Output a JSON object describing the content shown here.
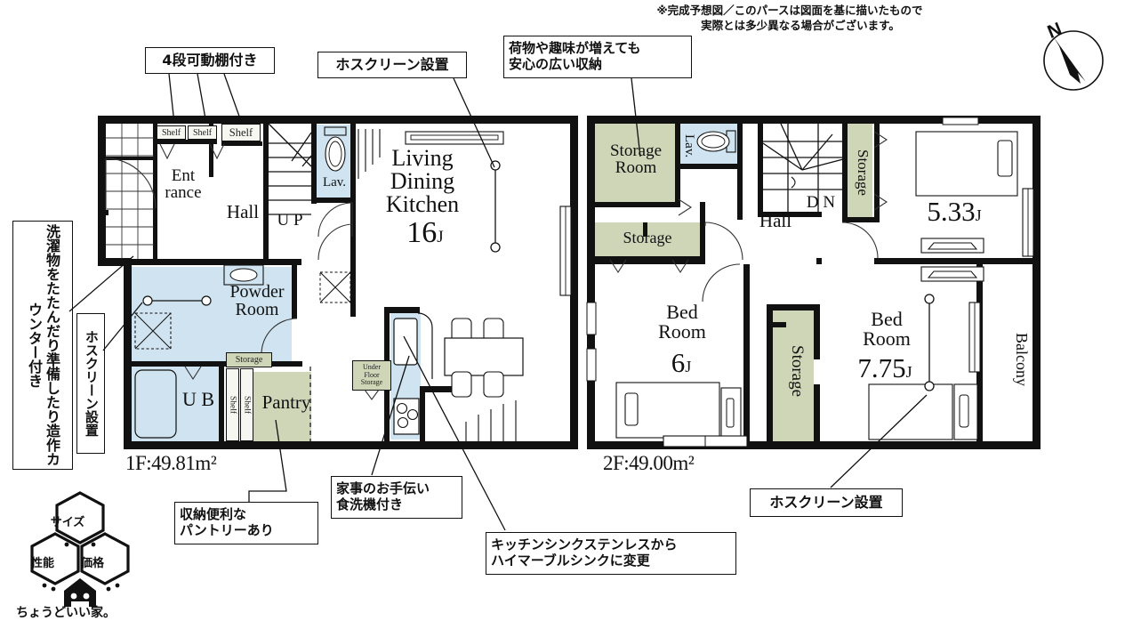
{
  "document": {
    "type": "japanese-real-estate-floorplan",
    "disclaimer_line1": "※完成予想図／このパースは図面を基に描いたもので",
    "disclaimer_line2": "実際とは多少異なる場合がございます。",
    "compass_label": "N"
  },
  "floor1": {
    "area_label": "1F:49.81m²",
    "rooms": [
      {
        "name": "Entrance",
        "label": "Ent\nrance"
      },
      {
        "name": "Hall",
        "label": "Hall"
      },
      {
        "name": "Stairs",
        "label": "U P"
      },
      {
        "name": "Lavatory",
        "label": "Lav."
      },
      {
        "name": "LivingDiningKitchen",
        "label": "Living\nDining\nKitchen",
        "size": "16",
        "unit": "J"
      },
      {
        "name": "PowderRoom",
        "label": "Powder\nRoom"
      },
      {
        "name": "UnitBath",
        "label": "U B"
      },
      {
        "name": "Pantry",
        "label": "Pantry"
      },
      {
        "name": "Storage",
        "label": "Storage"
      },
      {
        "name": "UnderFloorStorage",
        "label": "Under\nFloor\nStorage"
      }
    ],
    "shelves": [
      "Shelf",
      "Shelf",
      "Shelf"
    ],
    "pantry_shelves": [
      "Shelf",
      "Shelf"
    ],
    "lines": {
      "living1": "Living",
      "living2": "Dining",
      "living3": "Kitchen",
      "ldk_size": "16",
      "ldk_unit": "J"
    },
    "entrance1": "Ent",
    "entrance2": "rance",
    "powder1": "Powder",
    "powder2": "Room",
    "ufs1": "Under",
    "ufs2": "Floor",
    "ufs3": "Storage"
  },
  "floor2": {
    "area_label": "2F:49.00m²",
    "rooms": [
      {
        "name": "StorageRoom",
        "label": "Storage\nRoom"
      },
      {
        "name": "Storage",
        "label": "Storage"
      },
      {
        "name": "Lavatory",
        "label": "Lav."
      },
      {
        "name": "Hall",
        "label": "Hall"
      },
      {
        "name": "Stairs",
        "label": "D N"
      },
      {
        "name": "StorageTall",
        "label": "Storage"
      },
      {
        "name": "BedRoomNorth",
        "label": "Bed\nRoom",
        "size": "5.33",
        "unit": "J"
      },
      {
        "name": "BedRoomWest",
        "label": "Bed\nRoom",
        "size": "6",
        "unit": "J"
      },
      {
        "name": "BedRoomEast",
        "label": "Bed\nRoom",
        "size": "7.75",
        "unit": "J"
      },
      {
        "name": "StorageCenter",
        "label": "Storage"
      },
      {
        "name": "Balcony",
        "label": "Balcony"
      }
    ],
    "storage_room_1": "Storage",
    "storage_room_2": "Room",
    "bed": "Bed",
    "room": "Room",
    "bed1_size": "5.33",
    "bed2_size": "6",
    "bed3_size": "7.75",
    "unit": "J",
    "hall": "Hall",
    "dn": "D N",
    "lav": "Lav.",
    "storage": "Storage",
    "balcony": "Balcony"
  },
  "callouts": {
    "shelf_4tier": "4段可動棚付き",
    "hoscreen_top": "ホスクリーン設置",
    "wide_storage_l1": "荷物や趣味が増えても",
    "wide_storage_l2": "安心の広い収納",
    "laundry_counter": "洗濯物をたたんだり準備したり造作カウンター付き",
    "hoscreen_left": "ホスクリーン設置",
    "pantry_l1": "収納便利な",
    "pantry_l2": "パントリーあり",
    "dishwasher_l1": "家事のお手伝い",
    "dishwasher_l2": "食洗機付き",
    "sink_l1": "キッチンシンクステンレスから",
    "sink_l2": "ハイマーブルシンクに変更",
    "hoscreen_right": "ホスクリーン設置"
  },
  "logo": {
    "hex_top": "サイズ",
    "hex_left": "性能",
    "hex_right": "価格",
    "tagline": "ちょうどいい家。"
  },
  "colors": {
    "wall": "#111111",
    "water_area": "#cfe4f0",
    "storage_area": "#cfd6b8",
    "background": "#ffffff",
    "text": "#111111"
  }
}
